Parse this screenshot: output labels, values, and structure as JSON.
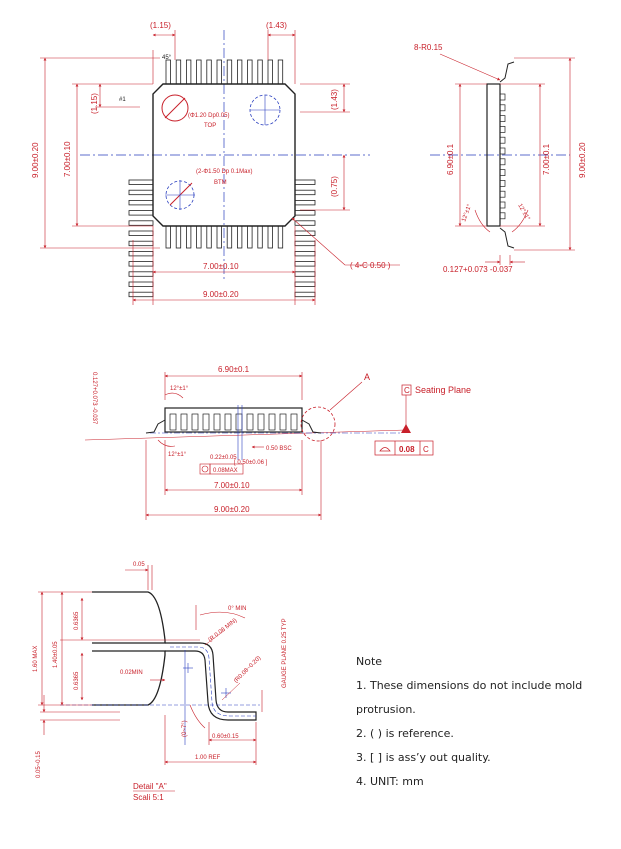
{
  "top_view": {
    "dim_1_15_top": "(1.15)",
    "dim_1_43_top": "(1.43)",
    "dim_1_15_side": "(1.15)",
    "dim_1_43_side": "(1.43)",
    "dim_0_75": "(0.75)",
    "dim_9_00_v": "9.00±0.20",
    "dim_7_00_v": "7.00±0.10",
    "dim_7_00_h": "7.00±0.10",
    "dim_9_00_h": "9.00±0.20",
    "angle_45": "45°",
    "pin1": "#1",
    "hole_top": "(Φ1.20 Dp0.05)",
    "top_label": "TOP",
    "hole_btm": "(2-Φ1.50 Dp 0.1Max)",
    "btm_label": "BTM",
    "chamfer": "( 4-C 0.50 )"
  },
  "side_view": {
    "radius": "8-R0.15",
    "dim_6_90_v": "6.90±0.1",
    "dim_7_00_v": "7.00±0.1",
    "dim_9_00_v": "9.00±0.20",
    "angle_left": "12°±1°",
    "angle_right": "12°±1°",
    "thickness": "0.127+0.073 -0.037"
  },
  "front_view": {
    "dim_6_90": "6.90±0.1",
    "angle_top": "12°±1°",
    "angle_bot": "12°±1°",
    "thickness_rot": "0.127+0.073 -0.037",
    "detail_ref": "A",
    "datum_c": "C",
    "seating_plane": "Seating Plane",
    "lead_width": "0.22±0.05",
    "pitch_bsc": "0.50 BSC",
    "pitch_total": "[ 0.50±0.06 ]",
    "position_tol": "0.08MAX",
    "flatness_val": "0.08",
    "flatness_datum": "C",
    "dim_7_00": "7.00±0.10",
    "dim_9_00": "9.00±0.20"
  },
  "detail_view": {
    "dim_0_05": "0.05",
    "dim_1_60": "1.60 MAX",
    "dim_1_40": "1.40±0.05",
    "dim_0_6365_a": "0.6365",
    "dim_0_6365_b": "0.6365",
    "dim_0_02": "0.02MIN",
    "angle_0_min": "0° MIN",
    "radius_min": "(R 0.08 MIN)",
    "radius_range": "(R0.08~0.20)",
    "gauge": "GAUGE PLANE 0.25 TYP",
    "angle_0_7": "(0~7°)",
    "dim_0_60": "0.60±0.15",
    "dim_1_00_ref": "1.00 REF",
    "dim_0_05_015": "0.05~0.15",
    "title": "Detail \"A\"",
    "scale": "Scali 5:1"
  },
  "notes": {
    "heading": "Note",
    "n1": "1. These dimensions do not include mold",
    "n1b": "protrusion.",
    "n2": "2. (    ) is reference.",
    "n3": "3. [    ] is ass’y out quality.",
    "n4": "4. UNIT: mm"
  }
}
